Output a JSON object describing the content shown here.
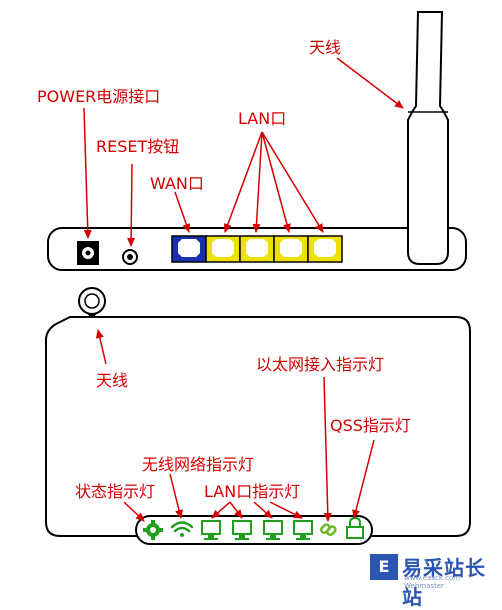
{
  "labels": {
    "antenna_top": "天线",
    "power": "POWER电源接口",
    "reset": "RESET按钮",
    "wan": "WAN口",
    "lan_ports": "LAN口",
    "antenna_bottom": "天线",
    "ethernet_led": "以太网接入指示灯",
    "qss_led": "QSS指示灯",
    "wireless_led": "无线网络指示灯",
    "lan_led": "LAN口指示灯",
    "status_led": "状态指示灯"
  },
  "watermark": {
    "logo": "E",
    "name": "易采站长站",
    "url": "www.easck.com  Webmaster"
  },
  "colors": {
    "annotation": "#d40000",
    "wan_port": "#1a2fb0",
    "lan_port": "#f0e000",
    "led": "#1ea01e",
    "qss_led": "#6ab82a",
    "outline": "#000000"
  },
  "icons": [
    "power-jack-icon",
    "reset-button-icon",
    "gear-icon",
    "wifi-icon",
    "monitor-icon",
    "link-icon",
    "lock-icon"
  ]
}
